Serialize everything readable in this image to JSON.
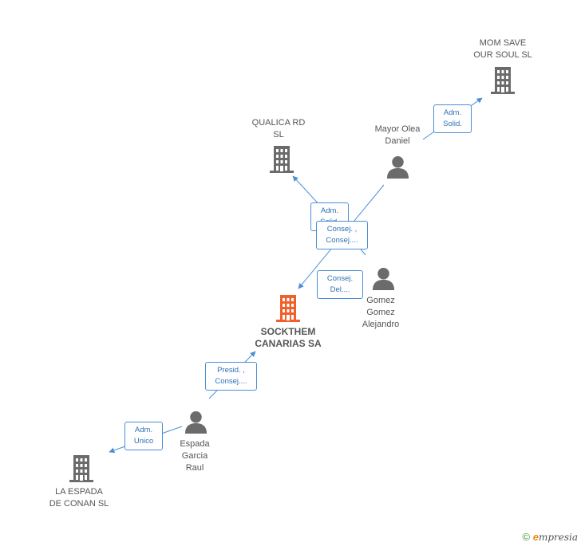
{
  "colors": {
    "company": "#6b6b6b",
    "company_main": "#f0602b",
    "person": "#6b6b6b",
    "edge": "#4a8fd6",
    "edge_label_text": "#2f6fb5"
  },
  "nodes": {
    "mom_save": {
      "label": "MOM SAVE\nOUR SOUL SL",
      "kind": "company"
    },
    "qualica": {
      "label": "QUALICA RD\nSL",
      "kind": "company"
    },
    "mayor_olea": {
      "label": "Mayor Olea\nDaniel",
      "kind": "person"
    },
    "sockthem": {
      "label": "SOCKTHEM\nCANARIAS SA",
      "kind": "company_main"
    },
    "gomez": {
      "label": "Gomez\nGomez\nAlejandro",
      "kind": "person"
    },
    "espada": {
      "label": "Espada\nGarcia\nRaul",
      "kind": "person"
    },
    "la_espada": {
      "label": "LA ESPADA\nDE CONAN SL",
      "kind": "company"
    }
  },
  "edge_labels": {
    "mayor_to_mom": "Adm.\nSolid.",
    "mayor_to_qualica": "Adm.\nSolid.",
    "mayor_to_sockthem": "Consej. ,\nConsej....",
    "gomez_to_sockthem": "Consej.\nDel....",
    "espada_to_sockthem": "Presid. ,\nConsej....",
    "espada_to_laespada": "Adm.\nUnico"
  },
  "footer": {
    "copyright": "©",
    "brand_initial": "e",
    "brand_rest": "mpresia"
  }
}
